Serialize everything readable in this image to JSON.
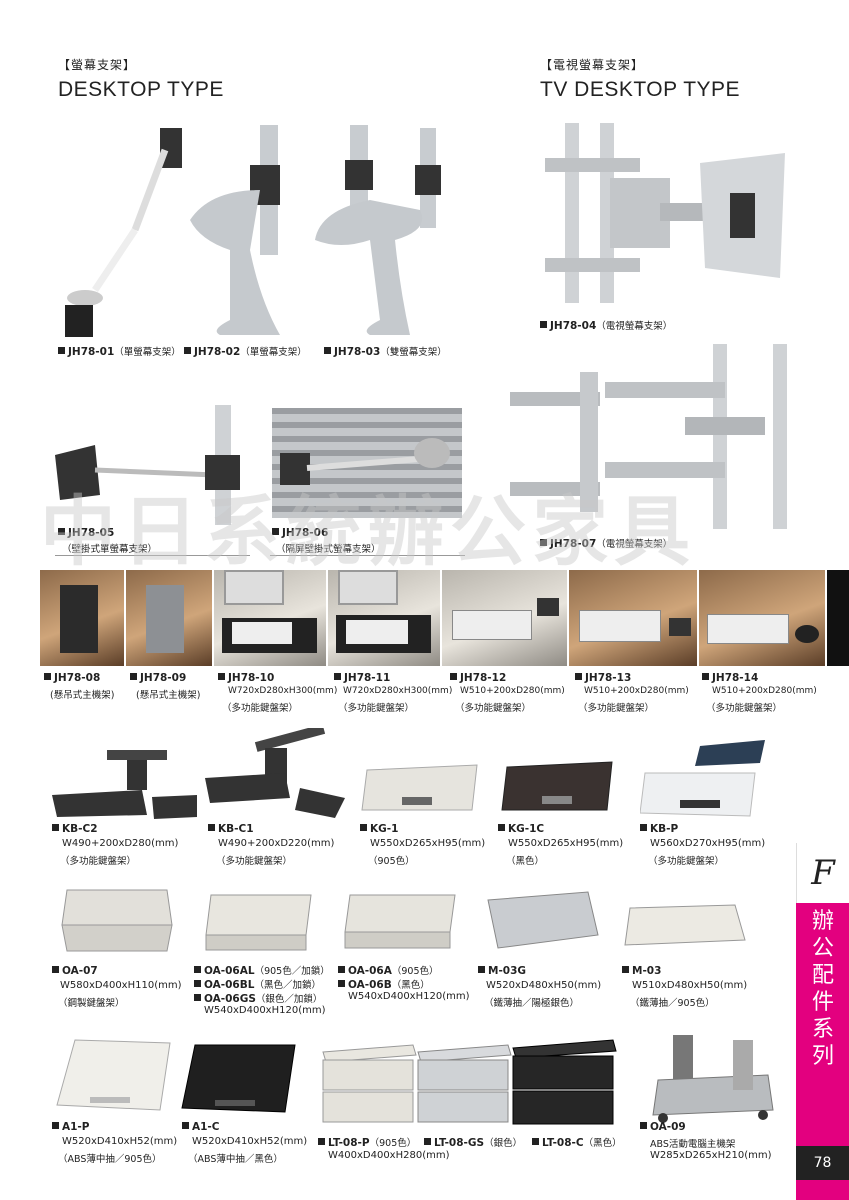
{
  "left_section": {
    "tag": "【螢幕支架】",
    "title": "DESKTOP TYPE"
  },
  "right_section": {
    "tag": "【電視螢幕支架】",
    "title": "TV DESKTOP TYPE"
  },
  "row1": [
    {
      "code": "JH78-01",
      "note": "（單螢幕支架）"
    },
    {
      "code": "JH78-02",
      "note": "（單螢幕支架）"
    },
    {
      "code": "JH78-03",
      "note": "（雙螢幕支架）"
    }
  ],
  "jh7804": {
    "code": "JH78-04",
    "note": "（電視螢幕支架）"
  },
  "jh7805": {
    "code": "JH78-05",
    "note": "（壁掛式單螢幕支架）"
  },
  "jh7806": {
    "code": "JH78-06",
    "note": "（隔屏壁掛式螢幕支架）"
  },
  "jh7807": {
    "code": "JH78-07",
    "note": "（電視螢幕支架）"
  },
  "watermark": "中日系統辦公家具",
  "band": [
    {
      "code": "JH78-08",
      "spec": "",
      "sub": "(懸吊式主機架)"
    },
    {
      "code": "JH78-09",
      "spec": "",
      "sub": "(懸吊式主機架)"
    },
    {
      "code": "JH78-10",
      "spec": "W720xD280xH300(mm)",
      "sub": "（多功能鍵盤架）"
    },
    {
      "code": "JH78-11",
      "spec": "W720xD280xH300(mm)",
      "sub": "（多功能鍵盤架）"
    },
    {
      "code": "JH78-12",
      "spec": "W510+200xD280(mm)",
      "sub": "（多功能鍵盤架）"
    },
    {
      "code": "JH78-13",
      "spec": "W510+200xD280(mm)",
      "sub": "（多功能鍵盤架）"
    },
    {
      "code": "JH78-14",
      "spec": "W510+200xD280(mm)",
      "sub": "（多功能鍵盤架）"
    }
  ],
  "row_kb": [
    {
      "code": "KB-C2",
      "spec": "W490+200xD280(mm)",
      "sub": "（多功能鍵盤架）"
    },
    {
      "code": "KB-C1",
      "spec": "W490+200xD220(mm)",
      "sub": "（多功能鍵盤架）"
    },
    {
      "code": "KG-1",
      "spec": "W550xD265xH95(mm)",
      "sub": "（905色）"
    },
    {
      "code": "KG-1C",
      "spec": "W550xD265xH95(mm)",
      "sub": "（黑色）"
    },
    {
      "code": "KB-P",
      "spec": "W560xD270xH95(mm)",
      "sub": "（多功能鍵盤架）"
    }
  ],
  "row_oa": {
    "oa07": {
      "code": "OA-07",
      "spec": "W580xD400xH110(mm)",
      "sub": "（鋼製鍵盤架）"
    },
    "oa06a_list": [
      {
        "code": "OA-06AL",
        "note": "（905色／加鎖）"
      },
      {
        "code": "OA-06BL",
        "note": "（黑色／加鎖）"
      },
      {
        "code": "OA-06GS",
        "note": "（銀色／加鎖）"
      }
    ],
    "oa06a_spec": "W540xD400xH120(mm)",
    "oa06b_list": [
      {
        "code": "OA-06A",
        "note": "（905色）"
      },
      {
        "code": "OA-06B",
        "note": "（黑色）"
      }
    ],
    "oa06b_spec": "W540xD400xH120(mm)",
    "m03g": {
      "code": "M-03G",
      "spec": "W520xD480xH50(mm)",
      "sub": "（鐵薄抽／陽極銀色）"
    },
    "m03": {
      "code": "M-03",
      "spec": "W510xD480xH50(mm)",
      "sub": "（鐵薄抽／905色）"
    }
  },
  "row_last": {
    "a1p": {
      "code": "A1-P",
      "spec": "W520xD410xH52(mm)",
      "sub": "（ABS薄中抽／905色）"
    },
    "a1c": {
      "code": "A1-C",
      "spec": "W520xD410xH52(mm)",
      "sub": "（ABS薄中抽／黑色）"
    },
    "lt_list": [
      {
        "code": "LT-08-P",
        "note": "（905色）"
      },
      {
        "code": "LT-08-GS",
        "note": "（銀色）"
      },
      {
        "code": "LT-08-C",
        "note": "（黑色）"
      }
    ],
    "lt_spec": "W400xD400xH280(mm)",
    "oa09": {
      "code": "OA-09",
      "spec": "ABS活動電腦主機架",
      "sub": "W285xD265xH210(mm)"
    }
  },
  "side": {
    "letter": "F",
    "label": "辦公配件系列",
    "color": "#e3007f"
  },
  "page_number": "78"
}
